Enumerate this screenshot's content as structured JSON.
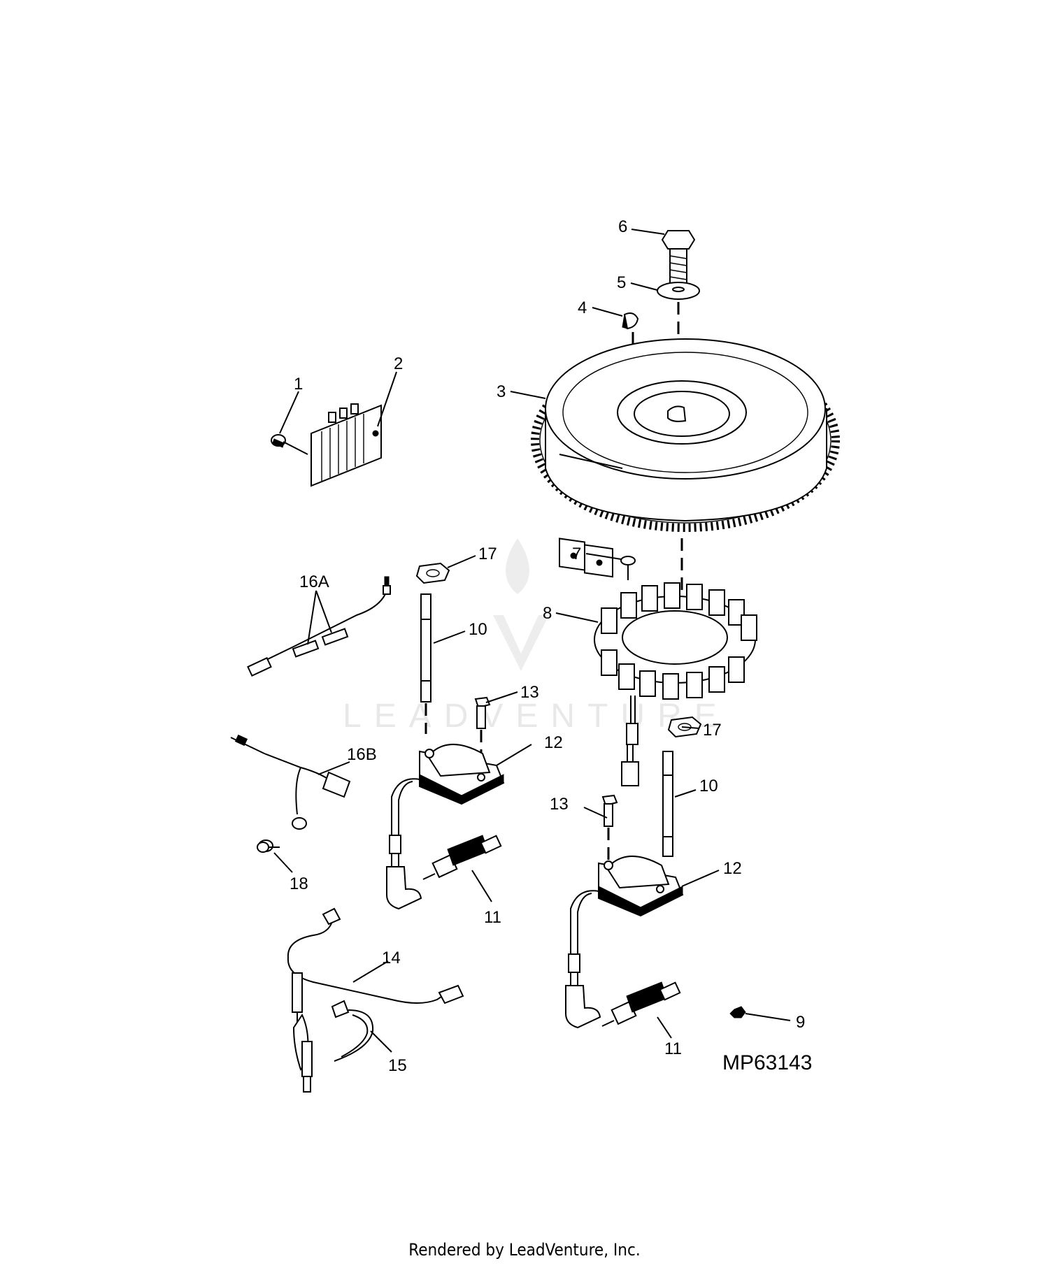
{
  "diagram_id": "MP63143",
  "credit": "Rendered by LeadVenture, Inc.",
  "watermark": "LEADVENTURE",
  "callouts": {
    "c1": "1",
    "c2": "2",
    "c3": "3",
    "c4": "4",
    "c5": "5",
    "c6": "6",
    "c7": "7",
    "c8": "8",
    "c9": "9",
    "c10a": "10",
    "c10b": "10",
    "c11a": "11",
    "c11b": "11",
    "c12a": "12",
    "c12b": "12",
    "c13a": "13",
    "c13b": "13",
    "c14": "14",
    "c15": "15",
    "c16a": "16A",
    "c16b": "16B",
    "c17a": "17",
    "c17b": "17",
    "c18": "18"
  }
}
